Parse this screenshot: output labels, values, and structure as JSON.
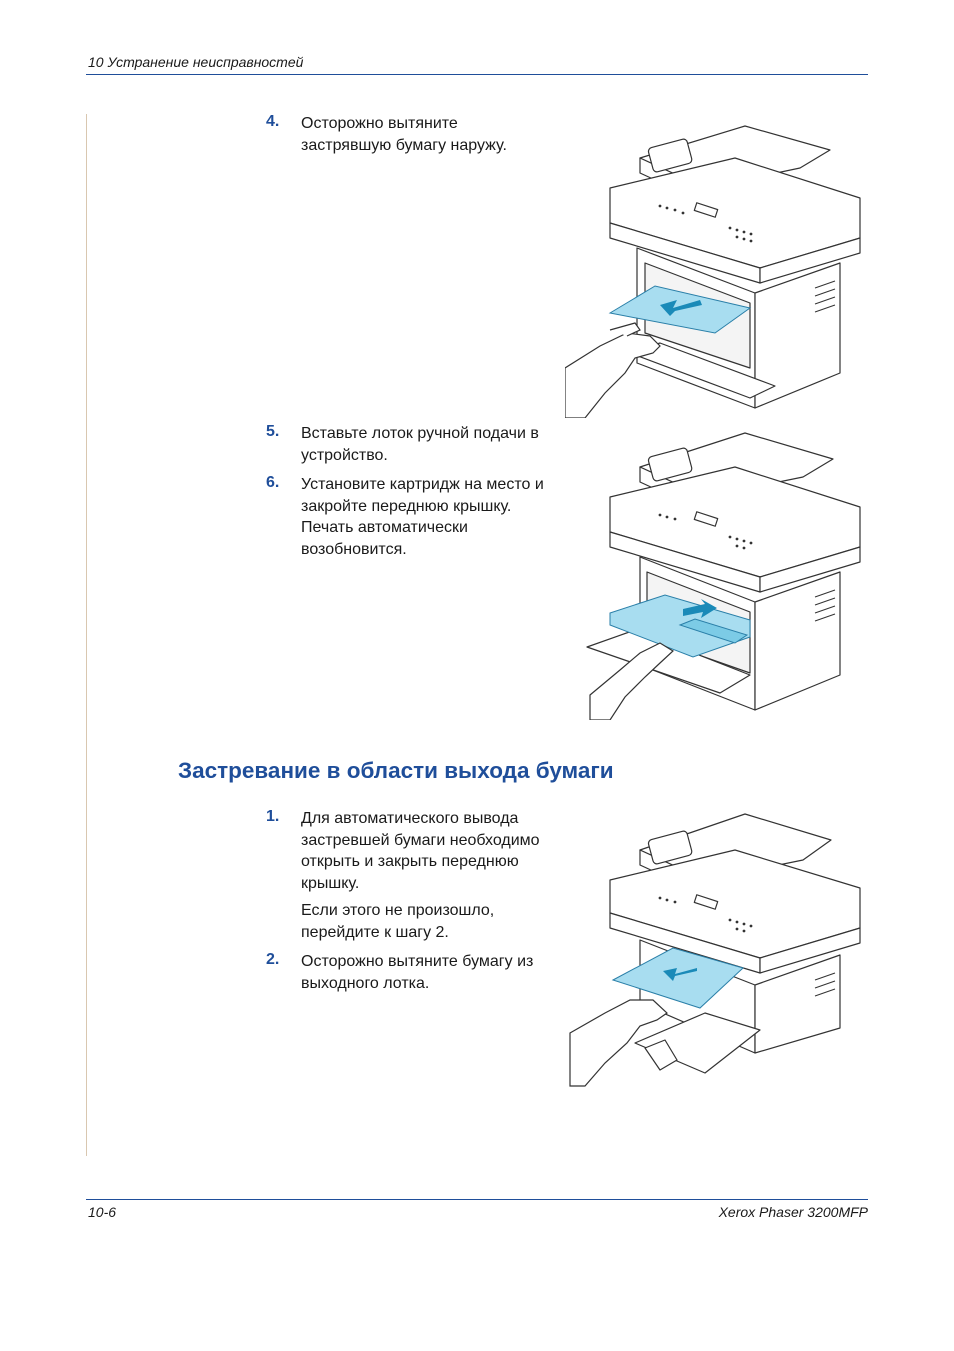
{
  "header": {
    "chapter": "10   Устранение неисправностей"
  },
  "footer": {
    "page": "10-6",
    "product": "Xerox Phaser 3200MFP"
  },
  "steps_top": [
    {
      "num": "4.",
      "text": "Осторожно вытяните застрявшую бумагу наружу."
    },
    {
      "num": "5.",
      "text": "Вставьте лоток ручной подачи в устройство."
    },
    {
      "num": "6.",
      "text": "Установите картридж на место и закройте переднюю крышку. Печать автоматически возобновится."
    }
  ],
  "section": {
    "title": "Застревание в области выхода бумаги",
    "steps": [
      {
        "num": "1.",
        "text": "Для автоматического вывода застревшей бумаги необходимо открыть и закрыть переднюю крышку."
      },
      {
        "num": "2.",
        "text": "Осторожно вытяните бумагу из выходного лотка."
      }
    ],
    "note": "Если этого не произошло, перейдите к шагу 2."
  },
  "illustrations": {
    "printer_1": "printer-pull-paper-from-front-illustration",
    "printer_2": "printer-insert-manual-tray-illustration",
    "printer_3": "printer-pull-paper-from-output-illustration"
  },
  "colors": {
    "accent": "#1f4e9a",
    "paper_highlight": "#a8ddf0",
    "arrow": "#1a8ab8"
  }
}
